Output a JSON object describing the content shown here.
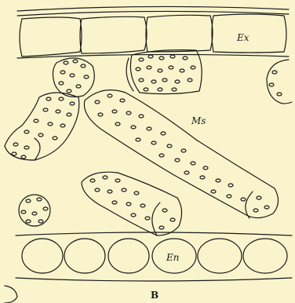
{
  "figure": {
    "labels": {
      "exodermis": "Ex",
      "mesophyll": "Ms",
      "endodermis": "En"
    },
    "caption": "B"
  },
  "colors": {
    "background": "#f9f4cc",
    "ink": "#1a1a1a"
  }
}
